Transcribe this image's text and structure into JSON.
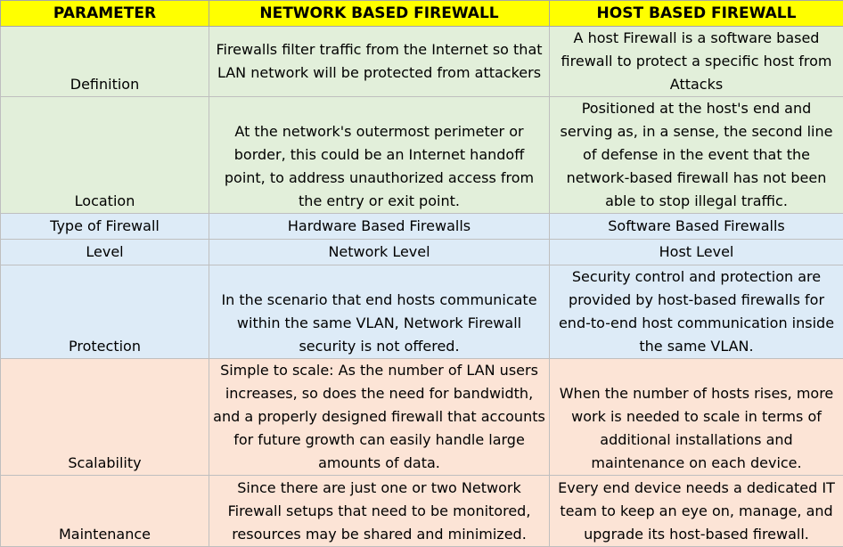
{
  "header": {
    "parameter": "PARAMETER",
    "network": "NETWORK BASED FIREWALL",
    "host": "HOST BASED FIREWALL"
  },
  "rows": [
    {
      "parameter": "Definition",
      "network": "Firewalls filter traffic from the Internet so that LAN network will be protected from attackers",
      "host": "A host Firewall is a software based firewall to protect a specific host from Attacks"
    },
    {
      "parameter": "Location",
      "network": "At the network's outermost perimeter or border, this could be an Internet handoff point, to address unauthorized access from the entry or exit point.",
      "host": "Positioned at the host's end and serving as, in a sense, the second line of defense in the event that the network-based firewall has not been able to stop illegal traffic."
    },
    {
      "parameter": "Type of Firewall",
      "network": "Hardware Based Firewalls",
      "host": "Software Based Firewalls"
    },
    {
      "parameter": "Level",
      "network": "Network Level",
      "host": "Host Level"
    },
    {
      "parameter": "Protection",
      "network": "In the scenario that end hosts communicate within the same VLAN, Network Firewall security is not offered.",
      "host": "Security control and protection are provided by host-based firewalls for end-to-end host communication inside the same VLAN."
    },
    {
      "parameter": "Scalability",
      "network": "Simple to scale: As the number of LAN users increases, so does the need for bandwidth, and a properly designed firewall that accounts for future growth can easily handle large amounts of data.",
      "host": "When the number of hosts rises, more work is needed to scale in terms of additional installations and maintenance on each device."
    },
    {
      "parameter": "Maintenance",
      "network": "Since there are just one or two Network Firewall setups that need to be monitored, resources may be shared and minimized.",
      "host": "Every end device needs a dedicated IT team to keep an eye on, manage, and upgrade its host-based firewall."
    }
  ],
  "colors": {
    "header_bg": "#ffff00",
    "green_bg": "#e2efda",
    "blue_bg": "#ddebf7",
    "peach_bg": "#fce4d6"
  }
}
